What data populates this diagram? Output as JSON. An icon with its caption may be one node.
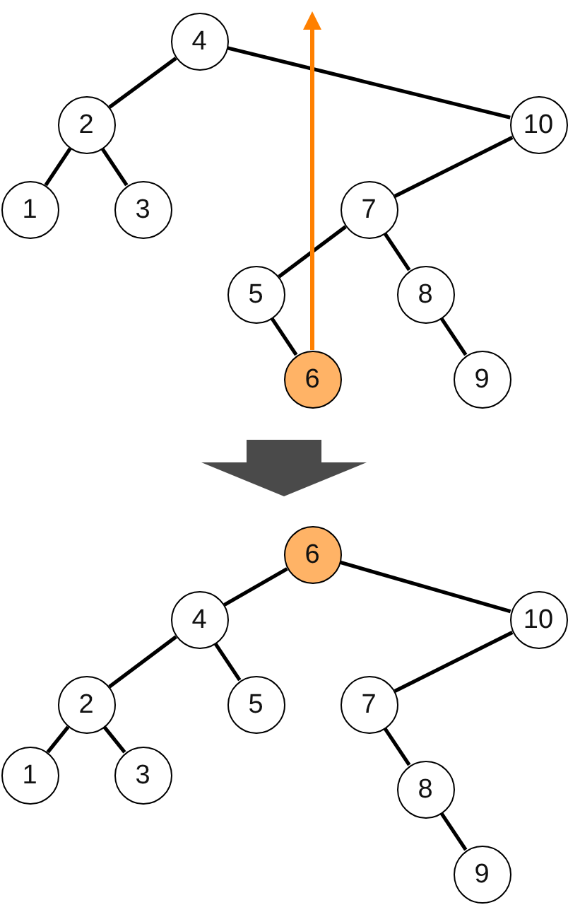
{
  "diagram": {
    "nodes": [
      {
        "text": [
          "4"
        ]
      },
      {
        "text": [
          "2"
        ]
      },
      {
        "text": [
          "10"
        ]
      },
      {
        "text": [
          "1"
        ]
      },
      {
        "text": [
          "3"
        ]
      },
      {
        "text": [
          "7"
        ]
      },
      {
        "text": [
          "5"
        ]
      },
      {
        "text": [
          "8"
        ]
      },
      {
        "text": [
          "6"
        ]
      },
      {
        "text": [
          "9"
        ]
      },
      {
        "text": [
          "6"
        ]
      },
      {
        "text": [
          "4"
        ]
      },
      {
        "text": [
          "10"
        ]
      },
      {
        "text": [
          "2"
        ]
      },
      {
        "text": [
          "5"
        ]
      },
      {
        "text": [
          "7"
        ]
      },
      {
        "text": [
          "1"
        ]
      },
      {
        "text": [
          "3"
        ]
      },
      {
        "text": [
          "8"
        ]
      },
      {
        "text": [
          "9"
        ]
      }
    ],
    "edges": [
      {
        "from": 0,
        "to": 1,
        "arrow": "none"
      },
      {
        "from": 0,
        "to": 2,
        "arrow": "none"
      },
      {
        "from": 1,
        "to": 3,
        "arrow": "none"
      },
      {
        "from": 1,
        "to": 4,
        "arrow": "none"
      },
      {
        "from": 2,
        "to": 5,
        "arrow": "none"
      },
      {
        "from": 5,
        "to": 6,
        "arrow": "none"
      },
      {
        "from": 5,
        "to": 7,
        "arrow": "none"
      },
      {
        "from": 6,
        "to": 8,
        "arrow": "none"
      },
      {
        "from": 7,
        "to": 9,
        "arrow": "none"
      },
      {
        "from": 8,
        "to": null,
        "arrow": "to",
        "color": "#ff8000"
      },
      {
        "from": 10,
        "to": 11,
        "arrow": "none"
      },
      {
        "from": 10,
        "to": 12,
        "arrow": "none"
      },
      {
        "from": 11,
        "to": 13,
        "arrow": "none"
      },
      {
        "from": 11,
        "to": 14,
        "arrow": "none"
      },
      {
        "from": 13,
        "to": 16,
        "arrow": "none"
      },
      {
        "from": 13,
        "to": 17,
        "arrow": "none"
      },
      {
        "from": 12,
        "to": 15,
        "arrow": "none"
      },
      {
        "from": 15,
        "to": 18,
        "arrow": "none"
      },
      {
        "from": 18,
        "to": 19,
        "arrow": "none"
      },
      {
        "from": 8,
        "to": 10,
        "arrow": "to",
        "style": "thick",
        "color": "#4a4a4a"
      }
    ]
  }
}
